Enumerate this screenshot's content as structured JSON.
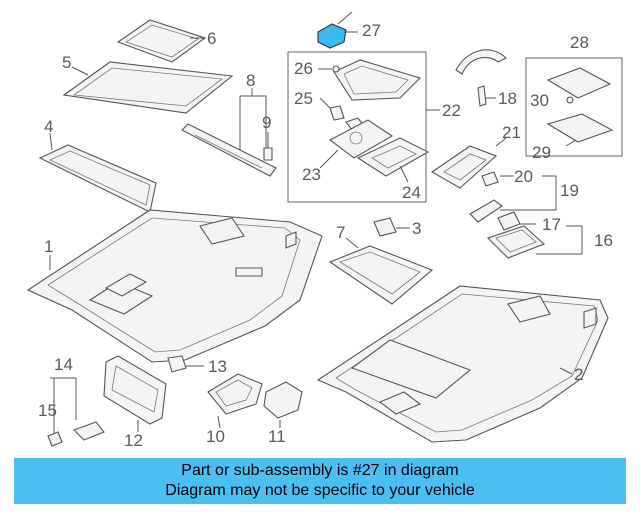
{
  "callouts": [
    "1",
    "2",
    "3",
    "4",
    "5",
    "6",
    "7",
    "8",
    "9",
    "10",
    "11",
    "12",
    "13",
    "14",
    "15",
    "16",
    "17",
    "18",
    "19",
    "20",
    "21",
    "22",
    "23",
    "24",
    "25",
    "26",
    "27",
    "28",
    "29",
    "30"
  ],
  "highlight_color": "#3db8ee",
  "banner": {
    "line1": "Part or sub-assembly is #27 in diagram",
    "line2": "Diagram may not be specific to your vehicle",
    "color": "#4bbff2"
  }
}
